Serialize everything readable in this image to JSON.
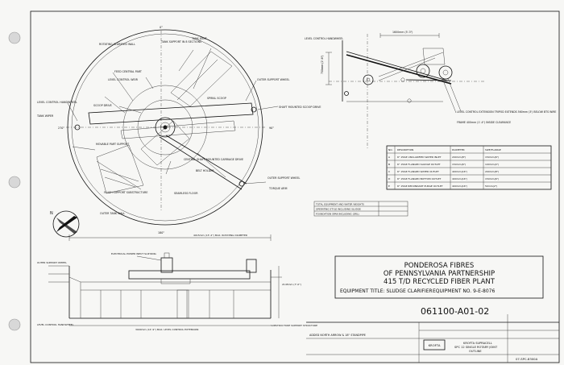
{
  "title_block": {
    "line1": "PONDEROSA FIBRES",
    "line2": "OF PENNSYLVANIA PARTNERSHIP",
    "line3": "415 T/D RECYCLED FIBER PLANT",
    "equipment_title": "EQUIPMENT TITLE: SLUDGE CLARIFIER",
    "equipment_no": "EQUIPMENT NO. 9-E-8076",
    "drawing_number": "061100-A01-02",
    "sub_title_1": "KROFTA SUPRACELL",
    "sub_title_2": "SPC 12 SINGLE ROTARY JOINT",
    "sub_title_3": "OUTLINE",
    "logo_text": "KROFTA",
    "revision_text": "ADDED NORTH ARROW & 18\" STANDPIPE",
    "footer_no": "07-SPC-8300A"
  },
  "plan_view_labels": {
    "tank_joint": "TANK JOINT",
    "tank_support": "TANK SUPPORT IN 8 SECTIONS",
    "rotating_clarified_wall": "ROTATING CLARIFIED WALL",
    "feed_central_part": "FEED CENTRAL PART",
    "level_control_weir": "LEVEL CONTROL WEIR",
    "scoop_drive": "SCOOP DRIVE",
    "spiral_scoop": "SPIRAL SCOOP",
    "outer_support_wheel": "OUTER SUPPORT WHEEL",
    "shaft_mounted_scoop": "SHAFT MOUNTED SCOOP DRIVE",
    "level_control_handwheel": "LEVEL CONTROL HANDWHEEL",
    "tank_wiper": "TANK WIPER",
    "movable_part_support": "MOVABLE PART SUPPORT",
    "belt holder": "BELT HOLDER",
    "central_shaft": "CENTRAL SHAFT MOUNTED CARRIAGE DRIVE",
    "flush_support": "FLUSH SUPPORT SUBSTRUCTURE",
    "seamless_floor": "SEAMLESS FLOOR",
    "outer_tank_wall": "OUTER TANK WALL",
    "outer_support_wheel_2": "OUTER SUPPORT WHEEL",
    "torque_arm": "TORQUE ARM"
  },
  "detail_labels": {
    "level_control": "LEVEL CONTROL HANDWHEEL",
    "pipe_note": "LEVEL CONTROL EXTENSION TRIPOD EXTENDS 560mm (3') BELOW BTS WIRE",
    "frame_note": "FRAME 400mm (1'-4\") INSIDE CLEARANCE",
    "dim_top": "1600mm (5'-3\")",
    "dim_side": "750mm (2'-6\")"
  },
  "nozzle_table": {
    "headers": [
      "NO.",
      "DESCRIPTION",
      "DIAMETER",
      "SIZE/FLANGE"
    ],
    "rows": [
      [
        "A",
        "6\" 150# UNCLARIFIED WATER INLET",
        "200mm(8\")",
        "150mm(6\")"
      ],
      [
        "B",
        "6\" 150# FLANGED SLUDGE OUTLET",
        "150mm(6\")",
        "100mm(4\")"
      ],
      [
        "C",
        "6\" 150# FLANGED WATER OUTLET",
        "400mm(16\")",
        "200mm(8\")"
      ],
      [
        "D",
        "6\" 150# FLANGED BOTTOM OUTLET",
        "400mm(16\")",
        "150mm(6\")"
      ],
      [
        "E",
        "6\" 150# REDUNDANT PURGE OUTLET",
        "400mm(16\")",
        "50mm(2\")"
      ]
    ]
  },
  "weights_notes": [
    "TOTAL EQUIPMENT AND WATER WEIGHTS",
    "OPERATING STYLE INCLUDING SLUDGE",
    "FOUNDATION SPAN INCLUDING (DRL)"
  ],
  "elevation_labels": {
    "motor": "ELECTRICAL POWER INPUT SLIP RING",
    "outer_support": "OUTER SUPPORT WHEEL",
    "level_control": "LEVEL CONTROL HANDWHEEL",
    "dim_overall": "4015mm (13'-2\") MAX. ROTATING DIAMETER",
    "dim_bottom": "3900mm (12'-9\") MAX. LEVEL CONTROL EXTENSION",
    "substructure": "SUBSTRUCTURE SUPPORT STRUCTURE",
    "dim_height": "2145mm (7'-0\")"
  },
  "axis_labels": {
    "zero": "0°",
    "ninety": "90°",
    "one_eighty": "180°",
    "two_seventy": "270°",
    "north": "N"
  }
}
